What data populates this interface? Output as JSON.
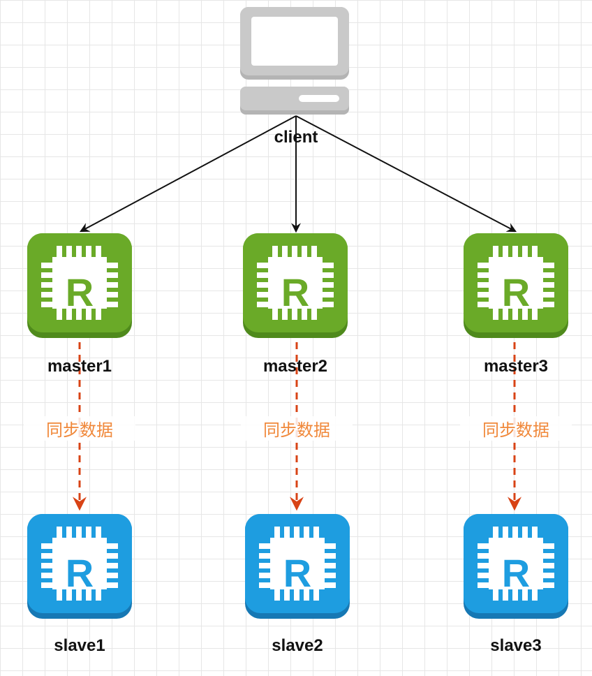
{
  "client": {
    "label": "client"
  },
  "masters": [
    {
      "label": "master1",
      "icon_letter": "R"
    },
    {
      "label": "master2",
      "icon_letter": "R"
    },
    {
      "label": "master3",
      "icon_letter": "R"
    }
  ],
  "slaves": [
    {
      "label": "slave1",
      "icon_letter": "R"
    },
    {
      "label": "slave2",
      "icon_letter": "R"
    },
    {
      "label": "slave3",
      "icon_letter": "R"
    }
  ],
  "sync_labels": [
    "同步数据",
    "同步数据",
    "同步数据"
  ],
  "colors": {
    "master": "#6aaa28",
    "master_dark": "#4f8a1c",
    "slave": "#1e9de0",
    "slave_dark": "#1678b4",
    "sync_arrow": "#d84315",
    "sync_text": "#f0883a",
    "client_gray": "#c8c8c8"
  }
}
